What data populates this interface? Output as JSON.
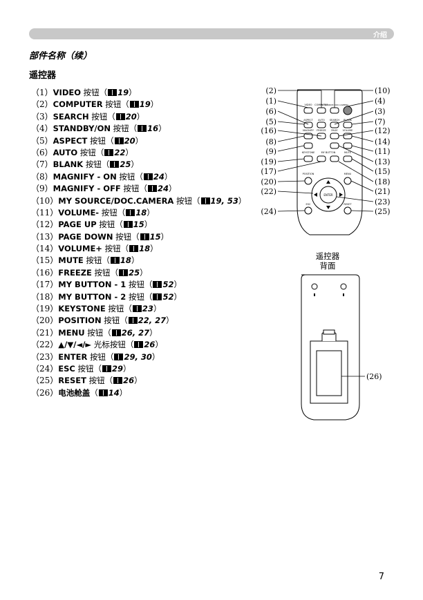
{
  "header": {
    "label": "介绍"
  },
  "section_title": "部件名称（续）",
  "sub_title": "遥控器",
  "items": [
    {
      "num": "（1）",
      "name": "VIDEO",
      "suffix": " 按钮",
      "ref": "19"
    },
    {
      "num": "（2）",
      "name": "COMPUTER",
      "suffix": " 按钮",
      "ref": "19"
    },
    {
      "num": "（3）",
      "name": "SEARCH",
      "suffix": " 按钮",
      "ref": "20"
    },
    {
      "num": "（4）",
      "name": "STANDBY/ON",
      "suffix": " 按钮",
      "ref": "16"
    },
    {
      "num": "（5）",
      "name": "ASPECT",
      "suffix": " 按钮",
      "ref": "20"
    },
    {
      "num": "（6）",
      "name": "AUTO",
      "suffix": " 按钮",
      "ref": "22"
    },
    {
      "num": "（7）",
      "name": "BLANK",
      "suffix": " 按钮",
      "ref": "25"
    },
    {
      "num": "（8）",
      "name": "MAGNIFY - ON",
      "suffix": " 按钮",
      "ref": "24"
    },
    {
      "num": "（9）",
      "name": "MAGNIFY - OFF",
      "suffix": " 按钮",
      "ref": "24"
    },
    {
      "num": "（10）",
      "name": "MY SOURCE/DOC.CAMERA",
      "suffix": " 按钮",
      "ref": "19, 53"
    },
    {
      "num": "（11）",
      "name": "VOLUME-",
      "suffix": " 按钮",
      "ref": "18"
    },
    {
      "num": "（12）",
      "name": "PAGE UP",
      "suffix": " 按钮",
      "ref": "15"
    },
    {
      "num": "（13）",
      "name": "PAGE DOWN",
      "suffix": " 按钮",
      "ref": "15"
    },
    {
      "num": "（14）",
      "name": "VOLUME+",
      "suffix": " 按钮",
      "ref": "18"
    },
    {
      "num": "（15）",
      "name": "MUTE",
      "suffix": " 按钮",
      "ref": "18"
    },
    {
      "num": "（16）",
      "name": "FREEZE",
      "suffix": " 按钮",
      "ref": "25"
    },
    {
      "num": "（17）",
      "name": "MY BUTTON - 1",
      "suffix": " 按钮",
      "ref": "52"
    },
    {
      "num": "（18）",
      "name": "MY BUTTON - 2",
      "suffix": " 按钮",
      "ref": "52"
    },
    {
      "num": "（19）",
      "name": "KEYSTONE",
      "suffix": " 按钮",
      "ref": "23"
    },
    {
      "num": "（20）",
      "name": "POSITION",
      "suffix": " 按钮",
      "ref": "22, 27"
    },
    {
      "num": "（21）",
      "name": "MENU",
      "suffix": " 按钮",
      "ref": "26, 27"
    },
    {
      "num": "（22）",
      "name": "▲/▼/◄/►",
      "suffix": " 光标按钮",
      "ref": "26"
    },
    {
      "num": "（23）",
      "name": "ENTER",
      "suffix": " 按钮",
      "ref": "29, 30"
    },
    {
      "num": "（24）",
      "name": "ESC",
      "suffix": " 按钮",
      "ref": "29"
    },
    {
      "num": "（25）",
      "name": "RESET",
      "suffix": " 按钮",
      "ref": "26"
    },
    {
      "num": "（26）",
      "name": "电池舱盖",
      "suffix": "",
      "ref": "14"
    }
  ],
  "front_callouts_left": [
    "(2)",
    "(1)",
    "(6)",
    "(5)",
    "(16)",
    "(8)",
    "(9)",
    "(19)",
    "(17)",
    "(20)",
    "(22)",
    "(24)"
  ],
  "front_callouts_right": [
    "(10)",
    "(4)",
    "(3)",
    "(7)",
    "(12)",
    "(14)",
    "(11)",
    "(13)",
    "(15)",
    "(18)",
    "(21)",
    "(23)",
    "(25)"
  ],
  "remote_button_labels": {
    "video": "VIDEO",
    "computer": "COMPUTER",
    "my_source": "MY SOURCE/ DOC.CAMERA",
    "aspect": "ASPECT",
    "auto": "AUTO",
    "search": "SEARCH",
    "blank": "BLANK",
    "magnify": "MAGNIFY",
    "freeze": "FREEZE",
    "page": "PAGE",
    "volume": "VOLUME",
    "on": "ON",
    "off": "OFF",
    "up": "UP",
    "down": "DOWN",
    "mute": "MUTE",
    "keystone": "KEYSTONE",
    "my_button": "MY BUTTON",
    "position": "POSITION",
    "menu": "MENU",
    "enter": "ENTER",
    "esc": "ESC",
    "reset": "RESET",
    "btn1": "1",
    "btn2": "2"
  },
  "back_callout": "(26)",
  "caption_line1": "遥控器",
  "caption_line2": "背面",
  "page_number": "7",
  "colors": {
    "header_bar": "#c8c8c8",
    "text": "#000000"
  }
}
